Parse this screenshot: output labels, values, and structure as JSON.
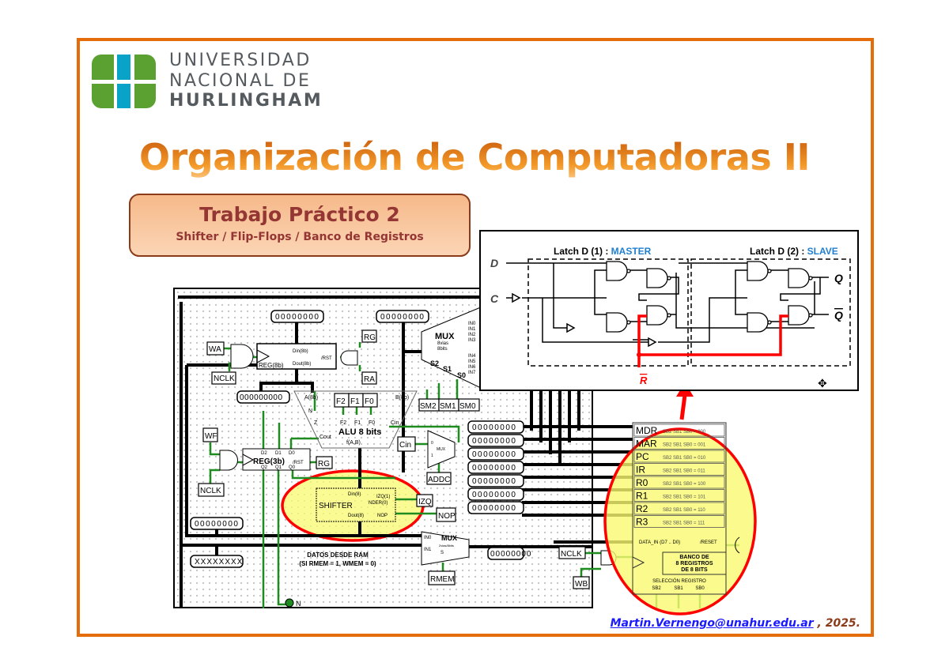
{
  "logo": {
    "line1": "UNIVERSIDAD",
    "line2": "NACIONAL DE",
    "line3": "HURLINGHAM",
    "colors": {
      "green": "#5aa131",
      "blue": "#0aa3c8"
    }
  },
  "title": "Organización de Computadoras II",
  "assignment": {
    "title": "Trabajo Práctico 2",
    "subtitle": "Shifter / Flip-Flops / Banco de Registros"
  },
  "circuit": {
    "bus_display_zero": "00000000",
    "bus_display_long": "000000000",
    "bus_display_x": "XXXXXXXX",
    "reg8": {
      "name": "REG(8b)",
      "din": "Din(8b)",
      "dout": "Dout(8b)",
      "rst": "/RST"
    },
    "inputs": {
      "wa": "WA",
      "nclk": "NCLK",
      "rg": "RG",
      "ra": "RA",
      "wf": "WF",
      "cin": "Cin",
      "addc": "ADDC",
      "izq": "IZQ",
      "nop": "NOP",
      "rmem": "RMEM",
      "wb": "WB",
      "sm2": "SM2",
      "sm1": "SM1",
      "sm0": "SM0",
      "f2": "F2",
      "f1": "F1",
      "f0": "F0",
      "n_led": "N"
    },
    "alu": {
      "name": "ALU 8 bits",
      "func": "f(A,B)",
      "a": "A(8b)",
      "b": "B(8b)",
      "n": "N",
      "z": "Z",
      "cout": "Cout",
      "cin": "Cin",
      "f2": "F2",
      "f1": "F1",
      "f0": "F0"
    },
    "mux_top": {
      "name": "MUX",
      "sub1": "8vias",
      "sub2": "8bits",
      "s2": "S2",
      "s1": "S1",
      "s0": "S0",
      "inputs": [
        "IN0",
        "IN1",
        "IN2",
        "IN3",
        "IN4",
        "IN5",
        "IN6",
        "IN7"
      ]
    },
    "mux_cin": {
      "name": "MUX",
      "in0": "0",
      "in1": "1"
    },
    "reg3": {
      "name": "REG(3b)",
      "rst": "/RST",
      "d": [
        "D2",
        "D1",
        "D0"
      ],
      "q": [
        "Q2",
        "Q1",
        "Q0"
      ]
    },
    "shifter": {
      "name": "SHIFTER",
      "din": "Din(8)",
      "izq": "IZQ(1)",
      "der": "NDER(0)",
      "dout": "Dout(8)",
      "nop": "NOP"
    },
    "mux_bottom": {
      "name": "MUX",
      "sub": "2vias/8bits",
      "in0": "IN0",
      "in1": "IN1",
      "s": "S"
    },
    "ram_note": {
      "line1": "DATOS DESDE RAM",
      "line2": "(SI RMEM = 1, WMEM = 0)"
    },
    "register_bank": {
      "rows": [
        {
          "name": "MDR",
          "code": "SB2 SB1 SB0 = 000"
        },
        {
          "name": "MAR",
          "code": "SB2 SB1 SB0 = 001"
        },
        {
          "name": "PC",
          "code": "SB2 SB1 SB0 = 010"
        },
        {
          "name": "IR",
          "code": "SB2 SB1 SB0 = 011"
        },
        {
          "name": "R0",
          "code": "SB2 SB1 SB0 = 100"
        },
        {
          "name": "R1",
          "code": "SB2 SB1 SB0 = 101"
        },
        {
          "name": "R2",
          "code": "SB2 SB1 SB0 = 110"
        },
        {
          "name": "R3",
          "code": "SB2 SB1 SB0 = 111"
        }
      ],
      "data_in": "DATA_IN (D7 .. D0)",
      "reset": "/RESET",
      "label1": "BANCO DE",
      "label2": "8 REGISTROS",
      "label3": "DE 8 BITS",
      "select": "SELECCIÓN REGISTRO",
      "sb": [
        "SB2",
        "SB1",
        "SB0"
      ]
    }
  },
  "latch": {
    "master_prefix": "Latch D (1) : ",
    "master": "MASTER",
    "slave_prefix": "Latch D (2) : ",
    "slave": "SLAVE",
    "d": "D",
    "c": "C",
    "q": "Q",
    "qbar": "Q",
    "rbar": "R",
    "accent": "#1f7fd0"
  },
  "highlight_color": "#ff0000",
  "footer": {
    "email": "Martin.Vernengo@unahur.edu.ar",
    "suffix": " , 2025."
  }
}
